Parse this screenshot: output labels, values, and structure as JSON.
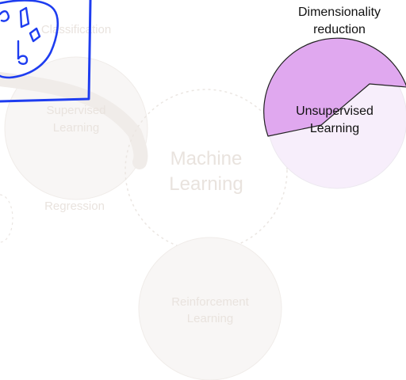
{
  "diagram": {
    "center": {
      "line1": "Machine",
      "line2": "Learning"
    },
    "supervised": {
      "line1": "Supervised",
      "line2": "Learning"
    },
    "classification": {
      "label": "Classification"
    },
    "regression": {
      "label": "Regression"
    },
    "reinforcement": {
      "line1": "Reinforcement",
      "line2": "Learning"
    },
    "unsupervised": {
      "line1": "Unsupervised",
      "line2": "Learning"
    },
    "dimensionality": {
      "line1": "Dimensionality",
      "line2": "reduction"
    }
  },
  "colors": {
    "faded_circle_fill": "#f8f6f5",
    "faded_text": "#e9e3de",
    "dashed_stroke": "#ebe6e2",
    "unsupervised_fill": "#f7eefb",
    "highlight_wedge": "#e0a8ef",
    "ink": "#1e3df0",
    "outline": "#222222"
  }
}
